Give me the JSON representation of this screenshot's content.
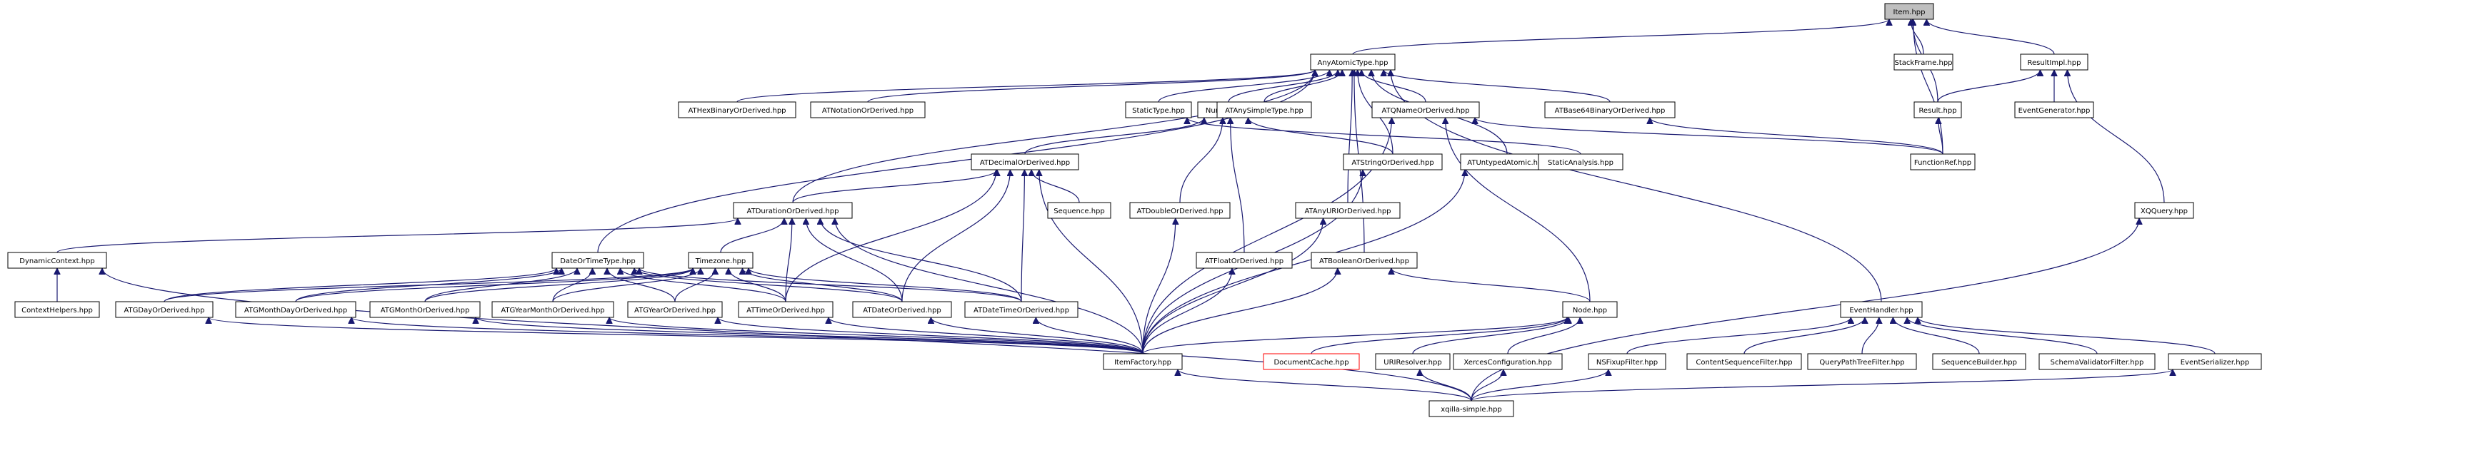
{
  "nodes": [
    {
      "id": "item",
      "label": "Item.hpp",
      "style": "root"
    },
    {
      "id": "stackframe",
      "label": "StackFrame.hpp"
    },
    {
      "id": "resultimpl",
      "label": "ResultImpl.hpp"
    },
    {
      "id": "anyatomictype",
      "label": "AnyAtomicType.hpp"
    },
    {
      "id": "result",
      "label": "Result.hpp"
    },
    {
      "id": "eventgenerator",
      "label": "EventGenerator.hpp"
    },
    {
      "id": "functionref",
      "label": "FunctionRef.hpp"
    },
    {
      "id": "xqquery",
      "label": "XQQuery.hpp"
    },
    {
      "id": "athexbinary",
      "label": "ATHexBinaryOrDerived.hpp"
    },
    {
      "id": "atnotation",
      "label": "ATNotationOrDerived.hpp"
    },
    {
      "id": "numeric",
      "label": "Numeric.hpp"
    },
    {
      "id": "statictype",
      "label": "StaticType.hpp"
    },
    {
      "id": "atanysimpletype",
      "label": "ATAnySimpleType.hpp"
    },
    {
      "id": "atqname",
      "label": "ATQNameOrDerived.hpp"
    },
    {
      "id": "atbase64binary",
      "label": "ATBase64BinaryOrDerived.hpp"
    },
    {
      "id": "atdecimal",
      "label": "ATDecimalOrDerived.hpp"
    },
    {
      "id": "atstring",
      "label": "ATStringOrDerived.hpp"
    },
    {
      "id": "atuntypedatomic",
      "label": "ATUntypedAtomic.hpp"
    },
    {
      "id": "staticanalysis",
      "label": "StaticAnalysis.hpp"
    },
    {
      "id": "atduration",
      "label": "ATDurationOrDerived.hpp"
    },
    {
      "id": "sequence",
      "label": "Sequence.hpp"
    },
    {
      "id": "atdouble",
      "label": "ATDoubleOrDerived.hpp"
    },
    {
      "id": "atanyuri",
      "label": "ATAnyURIOrDerived.hpp"
    },
    {
      "id": "dynamiccontext",
      "label": "DynamicContext.hpp"
    },
    {
      "id": "dateortimetype",
      "label": "DateOrTimeType.hpp"
    },
    {
      "id": "timezone",
      "label": "Timezone.hpp"
    },
    {
      "id": "atfloat",
      "label": "ATFloatOrDerived.hpp"
    },
    {
      "id": "atboolean",
      "label": "ATBooleanOrDerived.hpp"
    },
    {
      "id": "contexthelpers",
      "label": "ContextHelpers.hpp"
    },
    {
      "id": "atgday",
      "label": "ATGDayOrDerived.hpp"
    },
    {
      "id": "atgmonthday",
      "label": "ATGMonthDayOrDerived.hpp"
    },
    {
      "id": "atgmonth",
      "label": "ATGMonthOrDerived.hpp"
    },
    {
      "id": "atgyearmonth",
      "label": "ATGYearMonthOrDerived.hpp"
    },
    {
      "id": "atgyear",
      "label": "ATGYearOrDerived.hpp"
    },
    {
      "id": "attime",
      "label": "ATTimeOrDerived.hpp"
    },
    {
      "id": "atdate",
      "label": "ATDateOrDerived.hpp"
    },
    {
      "id": "atdatetime",
      "label": "ATDateTimeOrDerived.hpp"
    },
    {
      "id": "eventhandler",
      "label": "EventHandler.hpp"
    },
    {
      "id": "node",
      "label": "Node.hpp"
    },
    {
      "id": "itemfactory",
      "label": "ItemFactory.hpp"
    },
    {
      "id": "documentcache",
      "label": "DocumentCache.hpp",
      "style": "red"
    },
    {
      "id": "uriresolver",
      "label": "URIResolver.hpp"
    },
    {
      "id": "xercesconfiguration",
      "label": "XercesConfiguration.hpp"
    },
    {
      "id": "nsfixupfilter",
      "label": "NSFixupFilter.hpp"
    },
    {
      "id": "contentsequencefilter",
      "label": "ContentSequenceFilter.hpp"
    },
    {
      "id": "querypathtreefilter",
      "label": "QueryPathTreeFilter.hpp"
    },
    {
      "id": "sequencebuilder",
      "label": "SequenceBuilder.hpp"
    },
    {
      "id": "schemavalidatorfilter",
      "label": "SchemaValidatorFilter.hpp"
    },
    {
      "id": "eventserializer",
      "label": "EventSerializer.hpp"
    },
    {
      "id": "xqillasimple",
      "label": "xqilla-simple.hpp"
    }
  ],
  "edges": [
    [
      "stackframe",
      "item"
    ],
    [
      "resultimpl",
      "item"
    ],
    [
      "anyatomictype",
      "item"
    ],
    [
      "result",
      "item"
    ],
    [
      "functionref",
      "item"
    ],
    [
      "result",
      "resultimpl"
    ],
    [
      "eventgenerator",
      "resultimpl"
    ],
    [
      "xqquery",
      "resultimpl"
    ],
    [
      "functionref",
      "result"
    ],
    [
      "athexbinary",
      "anyatomictype"
    ],
    [
      "atnotation",
      "anyatomictype"
    ],
    [
      "numeric",
      "anyatomictype"
    ],
    [
      "statictype",
      "anyatomictype"
    ],
    [
      "atanysimpletype",
      "anyatomictype"
    ],
    [
      "atqname",
      "anyatomictype"
    ],
    [
      "atbase64binary",
      "anyatomictype"
    ],
    [
      "atstring",
      "anyatomictype"
    ],
    [
      "atuntypedatomic",
      "anyatomictype"
    ],
    [
      "atduration",
      "anyatomictype"
    ],
    [
      "atanyuri",
      "anyatomictype"
    ],
    [
      "dateortimetype",
      "anyatomictype"
    ],
    [
      "atboolean",
      "anyatomictype"
    ],
    [
      "eventhandler",
      "anyatomictype"
    ],
    [
      "atdecimal",
      "numeric"
    ],
    [
      "atstring",
      "numeric"
    ],
    [
      "atdouble",
      "numeric"
    ],
    [
      "atfloat",
      "numeric"
    ],
    [
      "staticanalysis",
      "statictype"
    ],
    [
      "functionref",
      "atqname"
    ],
    [
      "node",
      "atqname"
    ],
    [
      "itemfactory",
      "atqname"
    ],
    [
      "functionref",
      "atbase64binary"
    ],
    [
      "atduration",
      "atdecimal"
    ],
    [
      "sequence",
      "atdecimal"
    ],
    [
      "attime",
      "atdecimal"
    ],
    [
      "atdate",
      "atdecimal"
    ],
    [
      "atdatetime",
      "atdecimal"
    ],
    [
      "itemfactory",
      "atdecimal"
    ],
    [
      "itemfactory",
      "atstring"
    ],
    [
      "itemfactory",
      "atuntypedatomic"
    ],
    [
      "dynamiccontext",
      "atduration"
    ],
    [
      "timezone",
      "atduration"
    ],
    [
      "attime",
      "atduration"
    ],
    [
      "atdate",
      "atduration"
    ],
    [
      "atdatetime",
      "atduration"
    ],
    [
      "itemfactory",
      "atduration"
    ],
    [
      "itemfactory",
      "atdouble"
    ],
    [
      "itemfactory",
      "atanyuri"
    ],
    [
      "contexthelpers",
      "dynamiccontext"
    ],
    [
      "xqillasimple",
      "dynamiccontext"
    ],
    [
      "atgday",
      "dateortimetype"
    ],
    [
      "atgmonthday",
      "dateortimetype"
    ],
    [
      "atgmonth",
      "dateortimetype"
    ],
    [
      "atgyearmonth",
      "dateortimetype"
    ],
    [
      "atgyear",
      "dateortimetype"
    ],
    [
      "attime",
      "dateortimetype"
    ],
    [
      "atdate",
      "dateortimetype"
    ],
    [
      "atdatetime",
      "dateortimetype"
    ],
    [
      "atgday",
      "timezone"
    ],
    [
      "atgmonthday",
      "timezone"
    ],
    [
      "atgmonth",
      "timezone"
    ],
    [
      "atgyearmonth",
      "timezone"
    ],
    [
      "atgyear",
      "timezone"
    ],
    [
      "attime",
      "timezone"
    ],
    [
      "atdate",
      "timezone"
    ],
    [
      "atdatetime",
      "timezone"
    ],
    [
      "itemfactory",
      "atfloat"
    ],
    [
      "itemfactory",
      "atboolean"
    ],
    [
      "node",
      "atboolean"
    ],
    [
      "itemfactory",
      "atgday"
    ],
    [
      "itemfactory",
      "atgmonthday"
    ],
    [
      "itemfactory",
      "atgmonth"
    ],
    [
      "itemfactory",
      "atgyearmonth"
    ],
    [
      "itemfactory",
      "atgyear"
    ],
    [
      "itemfactory",
      "attime"
    ],
    [
      "itemfactory",
      "atdate"
    ],
    [
      "itemfactory",
      "atdatetime"
    ],
    [
      "itemfactory",
      "node"
    ],
    [
      "documentcache",
      "node"
    ],
    [
      "uriresolver",
      "node"
    ],
    [
      "xercesconfiguration",
      "node"
    ],
    [
      "xqillasimple",
      "itemfactory"
    ],
    [
      "nsfixupfilter",
      "eventhandler"
    ],
    [
      "contentsequencefilter",
      "eventhandler"
    ],
    [
      "querypathtreefilter",
      "eventhandler"
    ],
    [
      "sequencebuilder",
      "eventhandler"
    ],
    [
      "schemavalidatorfilter",
      "eventhandler"
    ],
    [
      "eventserializer",
      "eventhandler"
    ],
    [
      "xqillasimple",
      "uriresolver"
    ],
    [
      "xqillasimple",
      "xercesconfiguration"
    ],
    [
      "xqillasimple",
      "nsfixupfilter"
    ],
    [
      "xqillasimple",
      "eventserializer"
    ],
    [
      "xqillasimple",
      "xqquery"
    ]
  ]
}
